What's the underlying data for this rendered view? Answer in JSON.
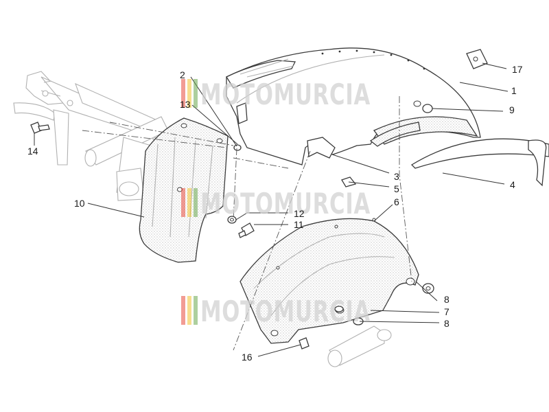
{
  "watermark": {
    "text": "MOTOMURCIA",
    "stripe_colors": [
      "#e84b3c",
      "#f1c232",
      "#6aa84f"
    ]
  },
  "callouts": [
    {
      "id": "label-1",
      "text": "1"
    },
    {
      "id": "label-2",
      "text": "2"
    },
    {
      "id": "label-3",
      "text": "3"
    },
    {
      "id": "label-4",
      "text": "4"
    },
    {
      "id": "label-5",
      "text": "5"
    },
    {
      "id": "label-6",
      "text": "6"
    },
    {
      "id": "label-7",
      "text": "7"
    },
    {
      "id": "label-8a",
      "text": "8"
    },
    {
      "id": "label-8b",
      "text": "8"
    },
    {
      "id": "label-9",
      "text": "9"
    },
    {
      "id": "label-10",
      "text": "10"
    },
    {
      "id": "label-11",
      "text": "11"
    },
    {
      "id": "label-12",
      "text": "12"
    },
    {
      "id": "label-13",
      "text": "13"
    },
    {
      "id": "label-14",
      "text": "14"
    },
    {
      "id": "label-16",
      "text": "16"
    },
    {
      "id": "label-17",
      "text": "17"
    }
  ]
}
